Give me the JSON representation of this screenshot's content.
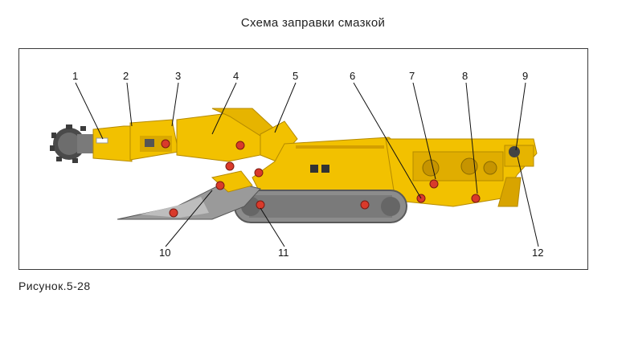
{
  "title": "Схема заправки смазкой",
  "caption": "Рисунок.5-28",
  "colors": {
    "machine": "#f2c100",
    "machine_dark": "#c99a00",
    "track": "#8c8c8c",
    "points": "#d93a2b"
  },
  "callouts": [
    {
      "n": "1"
    },
    {
      "n": "2"
    },
    {
      "n": "3"
    },
    {
      "n": "4"
    },
    {
      "n": "5"
    },
    {
      "n": "6"
    },
    {
      "n": "7"
    },
    {
      "n": "8"
    },
    {
      "n": "9"
    },
    {
      "n": "10"
    },
    {
      "n": "11"
    },
    {
      "n": "12"
    }
  ]
}
